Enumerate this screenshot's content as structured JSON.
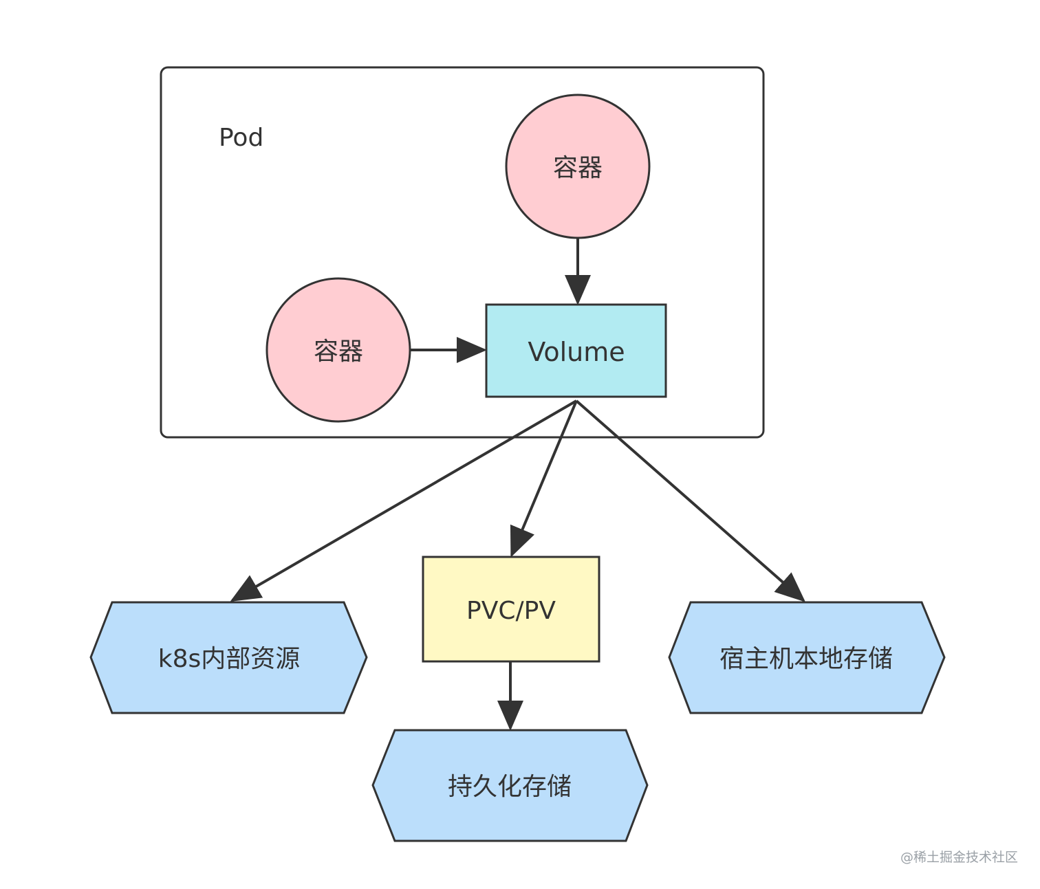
{
  "pod": {
    "label": "Pod"
  },
  "containers": [
    {
      "id": "container-top",
      "label": "容器"
    },
    {
      "id": "container-left",
      "label": "容器"
    }
  ],
  "volume": {
    "label": "Volume"
  },
  "pvc": {
    "label": "PVC/PV"
  },
  "storage_targets": [
    {
      "id": "k8s-resource",
      "label": "k8s内部资源"
    },
    {
      "id": "host-storage",
      "label": "宿主机本地存储"
    },
    {
      "id": "persistent-storage",
      "label": "持久化存储"
    }
  ],
  "watermark": "@稀土掘金技术社区",
  "colors": {
    "container_fill": "#ffcdd2",
    "volume_fill": "#b2ebf2",
    "pvc_fill": "#fff9c4",
    "hexagon_fill": "#bbdefb",
    "stroke": "#333333",
    "pod_border": "#333333"
  }
}
